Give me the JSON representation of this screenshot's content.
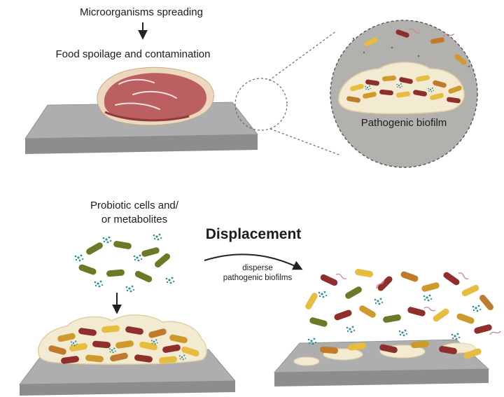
{
  "diagram": {
    "top": {
      "microorganisms_label": "Microorganisms spreading",
      "spoilage_label": "Food spoilage and contamination",
      "inset_label": "Pathogenic biofilm"
    },
    "bottom": {
      "probiotic_line1": "Probiotic cells and/",
      "probiotic_line2": "or metabolites",
      "displacement_title": "Displacement",
      "disperse_line1": "disperse",
      "disperse_line2": "pathogenic biofilms"
    },
    "palette": {
      "slab_top": "#aeaeae",
      "slab_front": "#8d8d8d",
      "biofilm": "#f3ead2",
      "biofilm_edge": "#e0d0a4",
      "bacteria_yellow": "#e6bd3e",
      "bacteria_gold": "#cf9a2c",
      "bacteria_orange": "#c07a2b",
      "bacteria_dark_red": "#8e2f2b",
      "probiotic_green": "#6b7a26",
      "metabolite_teal": "#2e8f96",
      "flagella_pink": "#cf8d8d",
      "meat_red": "#bc5f60",
      "meat_fat": "#ecd9bd",
      "inset_bg": "#b2b1ae",
      "text": "#1c1c1c"
    }
  }
}
